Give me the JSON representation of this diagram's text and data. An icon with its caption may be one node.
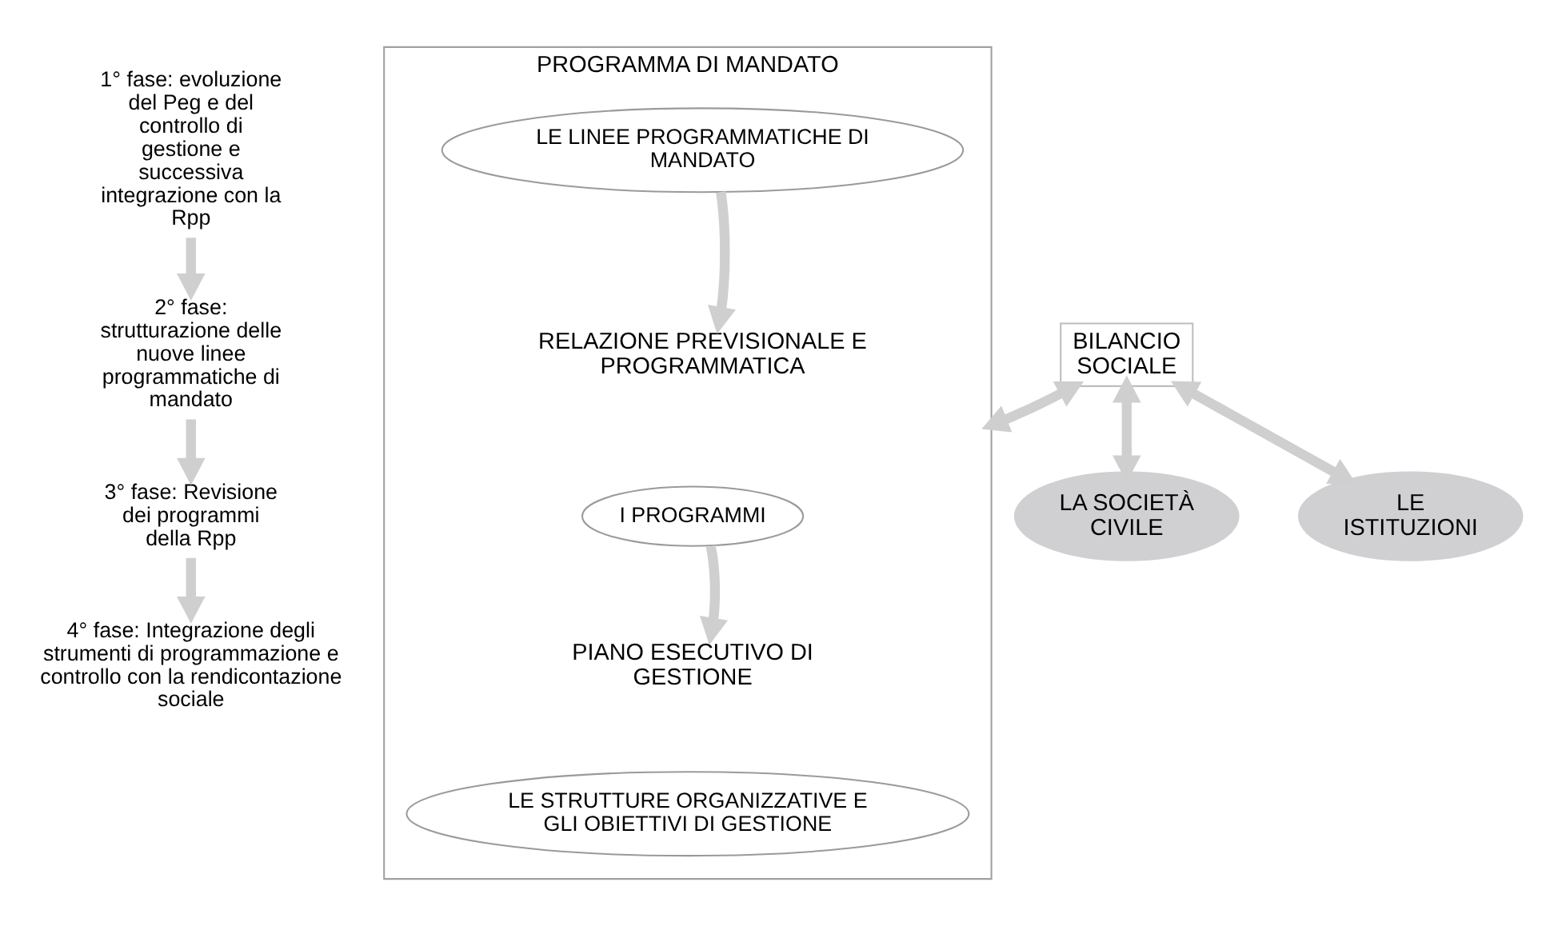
{
  "diagram": {
    "nodes": [
      {
        "text": [
          "1° fase: evoluzione del Peg e del controllo di gestione e successiva integrazione con la Rpp"
        ]
      },
      {
        "text": [
          "2° fase: strutturazione delle nuove linee programmatiche di mandato"
        ]
      },
      {
        "text": [
          "3° fase: Revisione dei programmi della Rpp"
        ]
      },
      {
        "text": [
          "4° fase: Integrazione degli strumenti di programmazione e controllo con la rendicontazione sociale"
        ]
      },
      {
        "text": [
          "PROGRAMMA DI MANDATO"
        ]
      },
      {
        "text": [
          "LE LINEE PROGRAMMATICHE DI MANDATO"
        ],
        "in": 4
      },
      {
        "text": [
          "RELAZIONE PREVISIONALE E PROGRAMMATICA"
        ],
        "in": 4
      },
      {
        "text": [
          "I PROGRAMMI"
        ],
        "in": 4
      },
      {
        "text": [
          "PIANO ESECUTIVO DI GESTIONE"
        ],
        "in": 4
      },
      {
        "text": [
          "LE STRUTTURE ORGANIZZATIVE E GLI OBIETTIVI DI GESTIONE"
        ],
        "in": 4
      },
      {
        "text": [
          "BILANCIO SOCIALE"
        ]
      },
      {
        "text": [
          "LA SOCIETÀ CIVILE"
        ]
      },
      {
        "text": [
          "LE ISTITUZIONI"
        ]
      }
    ],
    "edges": [
      {
        "from": 0,
        "to": 1,
        "arrow": "to"
      },
      {
        "from": 1,
        "to": 2,
        "arrow": "to"
      },
      {
        "from": 2,
        "to": 3,
        "arrow": "to"
      },
      {
        "from": 5,
        "to": 6,
        "arrow": "to"
      },
      {
        "from": 7,
        "to": 8,
        "arrow": "to"
      },
      {
        "from": 4,
        "to": 10,
        "arrow": "both"
      },
      {
        "from": 10,
        "to": 11,
        "arrow": "both"
      },
      {
        "from": 10,
        "to": 12,
        "arrow": "both"
      }
    ]
  }
}
